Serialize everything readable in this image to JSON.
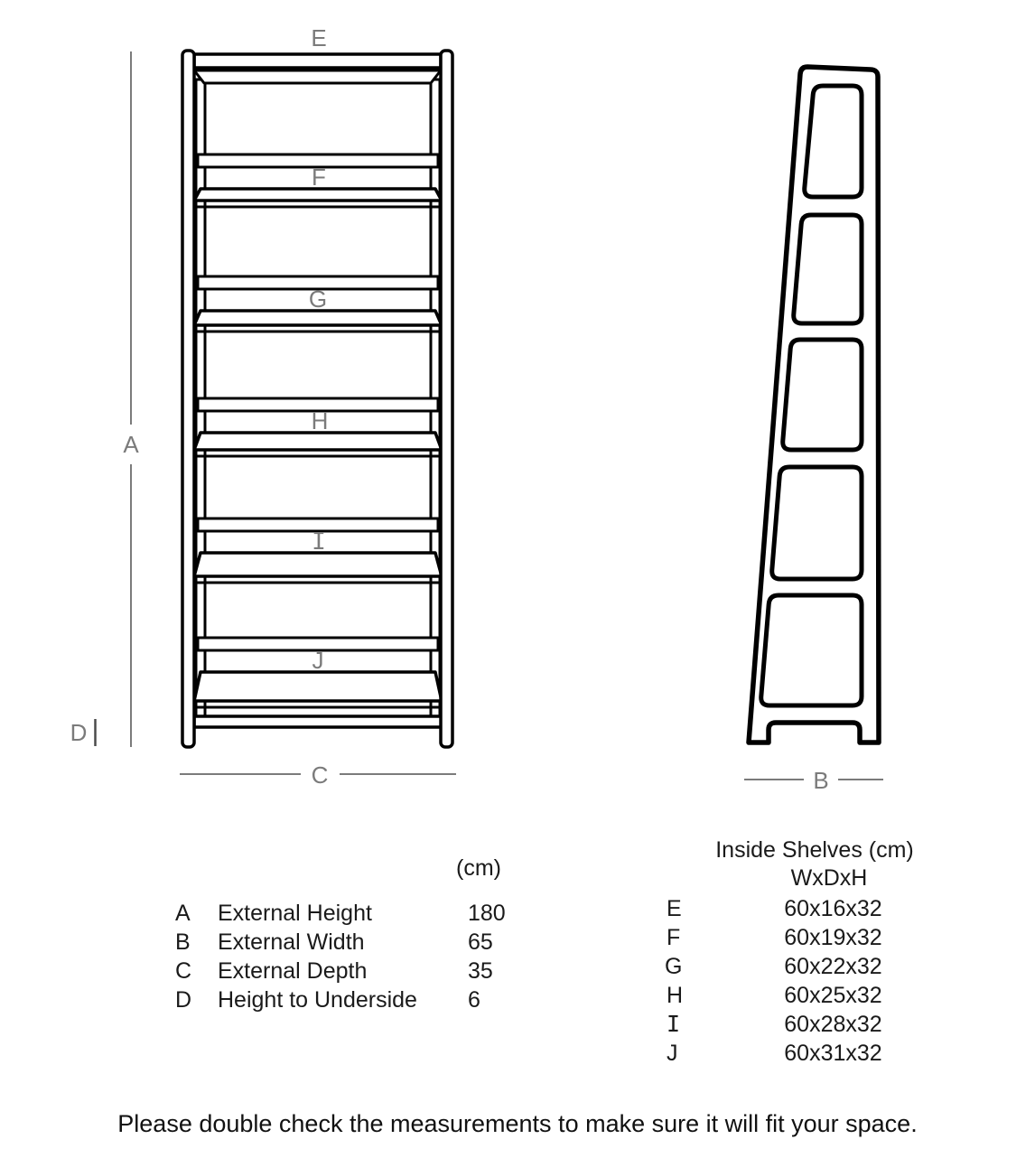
{
  "diagram": {
    "front_labels": [
      "E",
      "F",
      "G",
      "H",
      "I",
      "J"
    ],
    "dims": {
      "a": "A",
      "b": "B",
      "c": "C",
      "d": "D"
    }
  },
  "dimensions_table": {
    "unit_header": "(cm)",
    "rows": [
      {
        "letter": "A",
        "name": "External Height",
        "value": "180"
      },
      {
        "letter": "B",
        "name": "External Width",
        "value": "65"
      },
      {
        "letter": "C",
        "name": "External Depth",
        "value": "35"
      },
      {
        "letter": "D",
        "name": "Height to Underside",
        "value": "6"
      }
    ]
  },
  "shelves_table": {
    "title": "Inside Shelves (cm)",
    "subtitle": "WxDxH",
    "rows": [
      {
        "letter": "E",
        "value": "60x16x32"
      },
      {
        "letter": "F",
        "value": "60x19x32"
      },
      {
        "letter": "G",
        "value": "60x22x32"
      },
      {
        "letter": "H",
        "value": "60x25x32"
      },
      {
        "letter": "I",
        "value": "60x28x32"
      },
      {
        "letter": "J",
        "value": "60x31x32"
      }
    ]
  },
  "footer_note": "Please double check the measurements to make sure it will fit your space.",
  "colors": {
    "line": "#000000",
    "dim_label": "#7b7b7b",
    "text": "#1a1a1a"
  }
}
